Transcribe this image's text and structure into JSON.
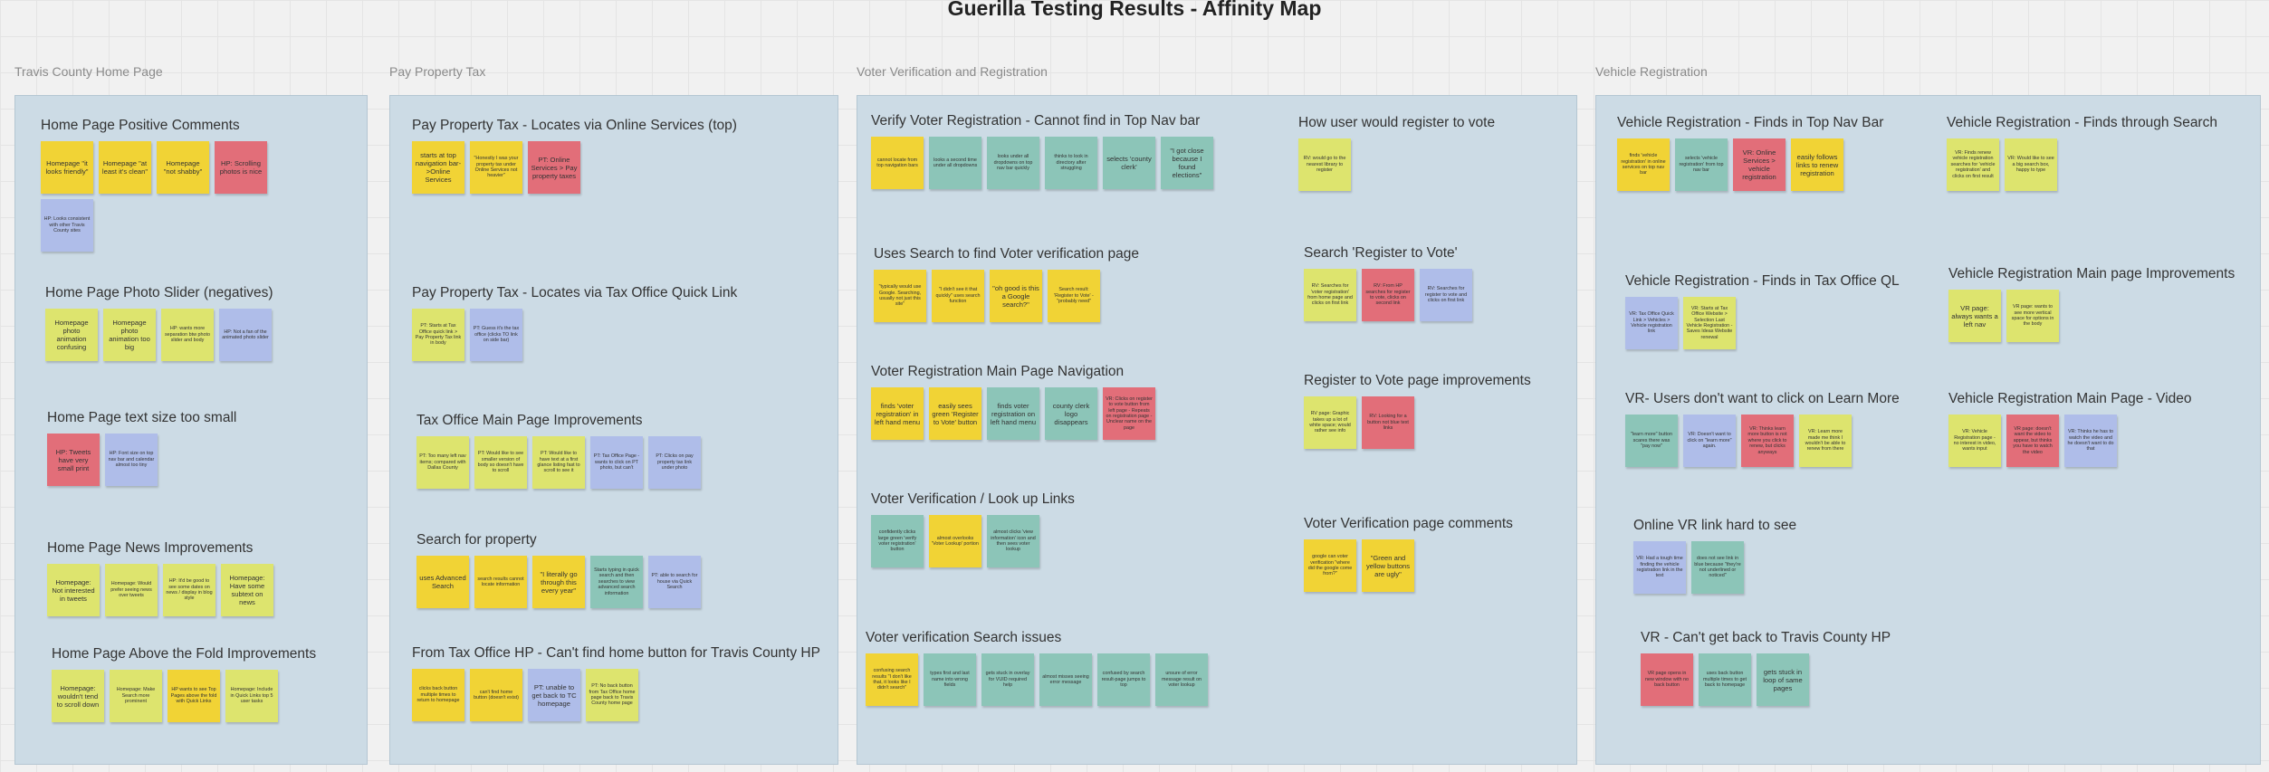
{
  "title": "Guerilla Testing Results - Affinity Map",
  "colors": {
    "yellow": "#f1d335",
    "lime": "#dde46e",
    "red": "#e26e79",
    "blue": "#afbde9",
    "teal": "#8cc5b8",
    "frame": "#ccdbe5"
  },
  "sections": [
    {
      "label": "Travis County Home Page",
      "clusters": [
        {
          "title": "Home Page Positive Comments",
          "notes": [
            {
              "text": "Homepage \"it looks friendly\"",
              "color": "yellow"
            },
            {
              "text": "Homepage \"at least it's clean\"",
              "color": "yellow"
            },
            {
              "text": "Homepage \"not shabby\"",
              "color": "yellow"
            },
            {
              "text": "HP: Scrolling photos is nice",
              "color": "red"
            },
            {
              "text": "HP: Looks consistent with other Travis County sites",
              "color": "blue",
              "small": true
            }
          ]
        },
        {
          "title": "Home Page Photo Slider (negatives)",
          "notes": [
            {
              "text": "Homepage photo animation confusing",
              "color": "lime"
            },
            {
              "text": "Homepage photo animation too big",
              "color": "lime"
            },
            {
              "text": "HP: wants more separation btw photo slider and body",
              "color": "lime",
              "small": true
            },
            {
              "text": "HP: Not a fan of the animated photo slider",
              "color": "blue",
              "small": true
            }
          ]
        },
        {
          "title": "Home Page text size too small",
          "notes": [
            {
              "text": "HP: Tweets have very small print",
              "color": "red"
            },
            {
              "text": "HP: Font size on top nav bar and calendar almost too tiny",
              "color": "blue",
              "small": true
            }
          ]
        },
        {
          "title": "Home Page News Improvements",
          "notes": [
            {
              "text": "Homepage: Not interested in tweets",
              "color": "lime"
            },
            {
              "text": "Homepage: Would prefer seeing news over tweets",
              "color": "lime",
              "small": true
            },
            {
              "text": "HP: It'd be good to see some dates on news / display in blog style",
              "color": "lime",
              "small": true
            },
            {
              "text": "Homepage: Have some subtext on news",
              "color": "lime"
            }
          ]
        },
        {
          "title": "Home Page Above the Fold Improvements",
          "notes": [
            {
              "text": "Homepage: wouldn't tend to scroll down",
              "color": "lime"
            },
            {
              "text": "Homepage: Make Search more prominent",
              "color": "lime",
              "small": true
            },
            {
              "text": "HP wants to see Top Pages above the fold with Quick Links",
              "color": "yellow",
              "small": true
            },
            {
              "text": "Homepage: Include in Quick Links top 5 user tasks",
              "color": "lime",
              "small": true
            }
          ]
        }
      ]
    },
    {
      "label": "Pay Property Tax",
      "clusters": [
        {
          "title": "Pay Property Tax - Locates via Online Services (top)",
          "notes": [
            {
              "text": "starts at top navigation bar->Online Services",
              "color": "yellow"
            },
            {
              "text": "\"Honestly I was your property tax under Online Services not heavier\"",
              "color": "yellow",
              "small": true
            },
            {
              "text": "PT: Online Services > Pay property taxes",
              "color": "red"
            }
          ]
        },
        {
          "title": "Pay Property Tax - Locates via Tax Office Quick Link",
          "notes": [
            {
              "text": "PT: Starts at Tax Office quick link > Pay Property Tax link in body",
              "color": "lime",
              "small": true
            },
            {
              "text": "PT: Guess it's the tax office (clicks TO link on side bar)",
              "color": "blue",
              "small": true
            }
          ]
        },
        {
          "title": "Tax Office Main Page Improvements",
          "notes": [
            {
              "text": "PT: Too many left nav items; compared with Dallas County",
              "color": "lime",
              "small": true
            },
            {
              "text": "PT: Would like to see smaller version of body so doesn't have to scroll",
              "color": "lime",
              "small": true
            },
            {
              "text": "PT: Would like to have text at a first glance listing fast to scroll to see it",
              "color": "lime",
              "small": true
            },
            {
              "text": "PT: Tax Office Page - wants to click on PT photo, but can't",
              "color": "blue",
              "small": true
            },
            {
              "text": "PT: Clicks on pay property tax link under photo",
              "color": "blue",
              "small": true
            }
          ]
        },
        {
          "title": "Search for property",
          "notes": [
            {
              "text": "uses Advanced Search",
              "color": "yellow"
            },
            {
              "text": "search results cannot locate information",
              "color": "yellow",
              "small": true
            },
            {
              "text": "\"I literally go through this every year\"",
              "color": "yellow"
            },
            {
              "text": "Starts typing in quick search and then searches to view advanced search information",
              "color": "teal",
              "small": true
            },
            {
              "text": "PT: able to search for house via Quick Search",
              "color": "blue",
              "small": true
            }
          ]
        },
        {
          "title": "From Tax Office HP - Can't find home button for Travis County HP",
          "notes": [
            {
              "text": "clicks back button multiple times to return to homepage",
              "color": "yellow",
              "small": true
            },
            {
              "text": "can't find home button (doesn't exist)",
              "color": "yellow",
              "small": true
            },
            {
              "text": "PT: unable to get back to TC homepage",
              "color": "blue"
            },
            {
              "text": "PT: No back button from Tax Office home page back to Travis County home page",
              "color": "lime",
              "small": true
            }
          ]
        }
      ]
    },
    {
      "label": "Voter Verification and Registration",
      "clusters": [
        {
          "title": "Verify Voter Registration - Cannot find in Top Nav bar",
          "notes": [
            {
              "text": "cannot locate from top navigation bars",
              "color": "yellow",
              "small": true
            },
            {
              "text": "looks a second time under all dropdowns",
              "color": "teal",
              "small": true
            },
            {
              "text": "looks under all dropdowns on top nav bar quickly",
              "color": "teal",
              "small": true
            },
            {
              "text": "thinks to look in directory after struggling",
              "color": "teal",
              "small": true
            },
            {
              "text": "selects 'county clerk'",
              "color": "teal"
            },
            {
              "text": "\"I got close because I found elections\"",
              "color": "teal"
            }
          ]
        },
        {
          "title": "Uses Search to find Voter verification page",
          "notes": [
            {
              "text": "\"typically would use Google. Searching, usually not just this site\"",
              "color": "yellow",
              "small": true
            },
            {
              "text": "\"I didn't see it that quickly\" uses search function",
              "color": "yellow",
              "small": true
            },
            {
              "text": "\"oh good is this a Google search?\"",
              "color": "yellow"
            },
            {
              "text": "Search result: 'Register to Vote' - \"probably need\"",
              "color": "yellow",
              "small": true
            }
          ]
        },
        {
          "title": "Voter Registration Main Page Navigation",
          "notes": [
            {
              "text": "finds 'voter registration' in left hand menu",
              "color": "yellow"
            },
            {
              "text": "easily sees green 'Register to Vote' button",
              "color": "yellow"
            },
            {
              "text": "finds voter registration on left hand menu",
              "color": "teal"
            },
            {
              "text": "county clerk logo disappears",
              "color": "teal"
            },
            {
              "text": "VR: Clicks on register to vote button from left page - Repeats on registration page - Unclear name on the page",
              "color": "red",
              "small": true
            }
          ]
        },
        {
          "title": "Voter Verification / Look up Links",
          "notes": [
            {
              "text": "confidently clicks large green 'verify voter registration' button",
              "color": "teal",
              "small": true
            },
            {
              "text": "almost overlooks 'Voter Lookup' portion",
              "color": "yellow",
              "small": true
            },
            {
              "text": "almost clicks 'view information' icon and then sees voter lookup",
              "color": "teal",
              "small": true
            }
          ]
        },
        {
          "title": "Voter verification Search issues",
          "notes": [
            {
              "text": "confusing search results \"I don't like that, it looks like I didn't search\"",
              "color": "yellow",
              "small": true
            },
            {
              "text": "types first and last name into wrong fields",
              "color": "teal",
              "small": true
            },
            {
              "text": "gets stuck in overlay for VUID required help",
              "color": "teal",
              "small": true
            },
            {
              "text": "almost misses seeing error message",
              "color": "teal",
              "small": true
            },
            {
              "text": "confused by search result-page jumps to top",
              "color": "teal",
              "small": true
            },
            {
              "text": "unsure of error message result on voter lookup",
              "color": "teal",
              "small": true
            }
          ]
        },
        {
          "title": "How user would register to vote",
          "notes": [
            {
              "text": "RV: would go to the nearest library to register",
              "color": "lime",
              "small": true
            }
          ]
        },
        {
          "title": "Search 'Register to Vote'",
          "notes": [
            {
              "text": "RV: Searches for 'voter registration' from home page and clicks on first link",
              "color": "lime",
              "small": true
            },
            {
              "text": "RV: From HP searches for register to vote, clicks on second link",
              "color": "red",
              "small": true
            },
            {
              "text": "RV: Searches for register to vote and clicks on first link",
              "color": "blue",
              "small": true
            }
          ]
        },
        {
          "title": "Register to Vote page improvements",
          "notes": [
            {
              "text": "RV page: Graphic takes up a lot of white space; would rather see info",
              "color": "lime",
              "small": true
            },
            {
              "text": "RV: Looking for a button not blue text links",
              "color": "red",
              "small": true
            }
          ]
        },
        {
          "title": "Voter Verification page comments",
          "notes": [
            {
              "text": "google can voter verification \"where did the google come from?\"",
              "color": "yellow",
              "small": true
            },
            {
              "text": "\"Green and yellow buttons are ugly\"",
              "color": "yellow"
            }
          ]
        }
      ]
    },
    {
      "label": "Vehicle Registration",
      "clusters": [
        {
          "title": "Vehicle Registration - Finds in Top Nav Bar",
          "notes": [
            {
              "text": "finds 'vehicle registration' in online services on top nav bar",
              "color": "yellow",
              "small": true
            },
            {
              "text": "selects 'vehicle registration' from top nav bar",
              "color": "teal",
              "small": true
            },
            {
              "text": "VR: Online Services > vehicle registration",
              "color": "red"
            },
            {
              "text": "easily follows links to renew registration",
              "color": "yellow"
            }
          ]
        },
        {
          "title": "Vehicle Registration - Finds in Tax Office QL",
          "notes": [
            {
              "text": "VR: Tax Office Quick Link > Vehicles > Vehicle registration link",
              "color": "blue",
              "small": true
            },
            {
              "text": "VR: Starts at Tax Office Website > Selection Last Vehicle Registration - Saves Ideas Website renewal",
              "color": "lime",
              "small": true
            }
          ]
        },
        {
          "title": "VR- Users don't want to click on Learn More",
          "notes": [
            {
              "text": "\"learn more\" button scares there was \"pay now\"",
              "color": "teal",
              "small": true
            },
            {
              "text": "VR: Doesn't want to click on \"learn more\" again.",
              "color": "blue",
              "small": true
            },
            {
              "text": "VR: Thinks learn more button is not where you click to renew, but clicks anyways",
              "color": "red",
              "small": true
            },
            {
              "text": "VR: Learn more made me think I wouldn't be able to renew from there",
              "color": "lime",
              "small": true
            }
          ]
        },
        {
          "title": "Online VR link hard to see",
          "notes": [
            {
              "text": "VR: Had a tough time finding the vehicle registration link in the text",
              "color": "blue",
              "small": true
            },
            {
              "text": "does not see link in blue because \"they're not underlined or noticed\"",
              "color": "teal",
              "small": true
            }
          ]
        },
        {
          "title": "VR - Can't get back to Travis County HP",
          "notes": [
            {
              "text": "VR page opens in new window with no back button",
              "color": "red",
              "small": true
            },
            {
              "text": "uses back button multiple times to get back to homepage",
              "color": "teal",
              "small": true
            },
            {
              "text": "gets stuck in loop of same pages",
              "color": "teal"
            }
          ]
        },
        {
          "title": "Vehicle Registration - Finds through Search",
          "notes": [
            {
              "text": "VR: Finds renew vehicle registration searches for 'vehicle registration' and clicks on first result",
              "color": "lime",
              "small": true
            },
            {
              "text": "VR: Would like to see a big search box, happy to type",
              "color": "lime",
              "small": true
            }
          ]
        },
        {
          "title": "Vehicle Registration Main page Improvements",
          "notes": [
            {
              "text": "VR page: always wants a left nav",
              "color": "lime"
            },
            {
              "text": "VR page: wants to see more vertical space for options in the body",
              "color": "lime",
              "small": true
            }
          ]
        },
        {
          "title": "Vehicle Registration Main Page - Video",
          "notes": [
            {
              "text": "VR: Vehicle Registration page - no interest in video, wants input",
              "color": "lime",
              "small": true
            },
            {
              "text": "VR page: doesn't want the video to appear, but thinks you have to watch the video",
              "color": "red",
              "small": true
            },
            {
              "text": "VR: Thinks he has to watch the video and he doesn't want to do that",
              "color": "blue",
              "small": true
            }
          ]
        }
      ]
    }
  ]
}
